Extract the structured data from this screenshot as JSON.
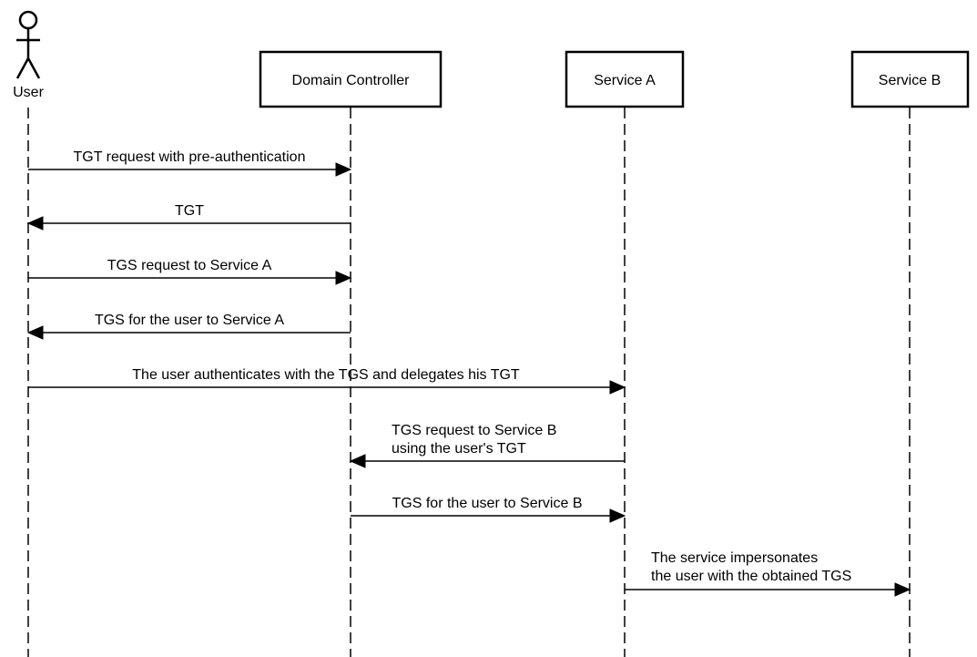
{
  "participants": {
    "user": {
      "label": "User",
      "type": "actor"
    },
    "domain_controller": {
      "label": "Domain Controller",
      "type": "box"
    },
    "service_a": {
      "label": "Service A",
      "type": "box"
    },
    "service_b": {
      "label": "Service B",
      "type": "box"
    }
  },
  "messages": [
    {
      "from": "user",
      "to": "domain_controller",
      "lines": [
        "TGT request with pre-authentication"
      ]
    },
    {
      "from": "domain_controller",
      "to": "user",
      "lines": [
        "TGT"
      ]
    },
    {
      "from": "user",
      "to": "domain_controller",
      "lines": [
        "TGS request to Service A"
      ]
    },
    {
      "from": "domain_controller",
      "to": "user",
      "lines": [
        "TGS for the user to Service A"
      ]
    },
    {
      "from": "user",
      "to": "service_a",
      "lines": [
        "The user authenticates with the TGS and delegates his TGT"
      ]
    },
    {
      "from": "service_a",
      "to": "domain_controller",
      "lines": [
        "TGS request to Service B",
        "using the user's TGT"
      ]
    },
    {
      "from": "domain_controller",
      "to": "service_a",
      "lines": [
        "TGS for the user to Service B"
      ]
    },
    {
      "from": "service_a",
      "to": "service_b",
      "lines": [
        "The service impersonates",
        "the user with the obtained TGS"
      ]
    }
  ],
  "colors": {
    "stroke": "#000000",
    "background": "#ffffff"
  }
}
